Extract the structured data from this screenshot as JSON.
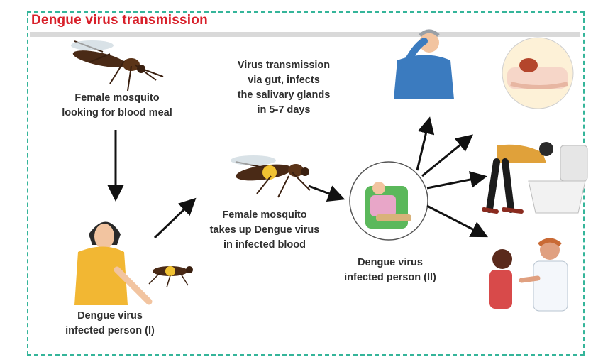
{
  "title": "Dengue virus transmission",
  "captions": {
    "female_mosquito": "Female mosquito\nlooking for blood meal",
    "virus_transmission": "Virus transmission\nvia gut, infects\nthe salivary glands\nin 5-7 days",
    "takes_up": "Female mosquito\ntakes up  Dengue  virus\nin infected blood",
    "person_one": "Dengue virus\ninfected person (I)",
    "person_two": "Dengue virus\ninfected person (II)"
  },
  "colors": {
    "title": "#d8202a",
    "border": "#35b59a",
    "arrow": "#111111"
  }
}
